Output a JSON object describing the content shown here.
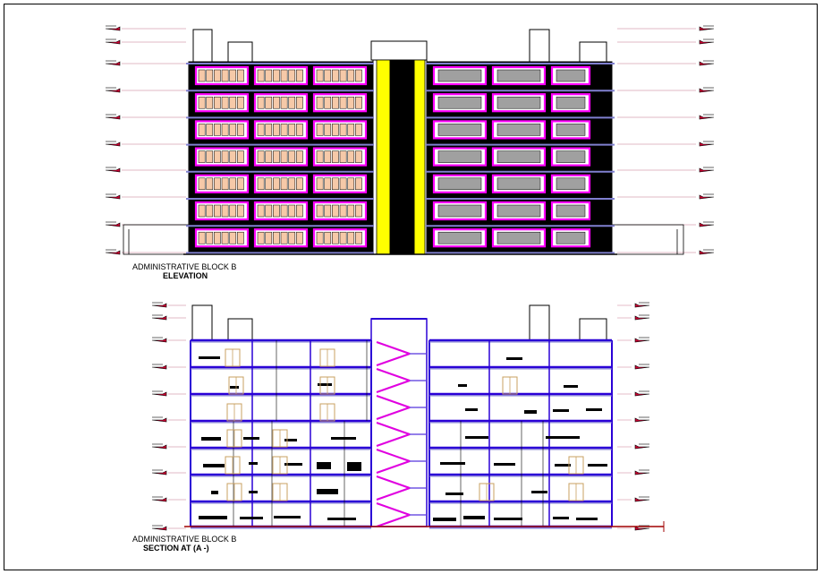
{
  "elevation": {
    "title": "ADMINISTRATIVE BLOCK B",
    "subtitle": "ELEVATION",
    "floors": 7
  },
  "section": {
    "title": "ADMINISTRATIVE BLOCK B",
    "subtitle": "SECTION AT (A -)",
    "floors": 7
  },
  "colors": {
    "line": "#000000",
    "facade": "#000000",
    "window_frame": "#ff00ff",
    "glass_pane": "#f6c9a8",
    "glass_grey": "#a0a0a0",
    "stair_core": "#ffff00",
    "slab": "#8080d0",
    "section_line": "#2a00d6",
    "stair_flight": "#e000e0",
    "ground": "#a00000",
    "level_marker": "#cc0033",
    "door": "#c8a060"
  }
}
